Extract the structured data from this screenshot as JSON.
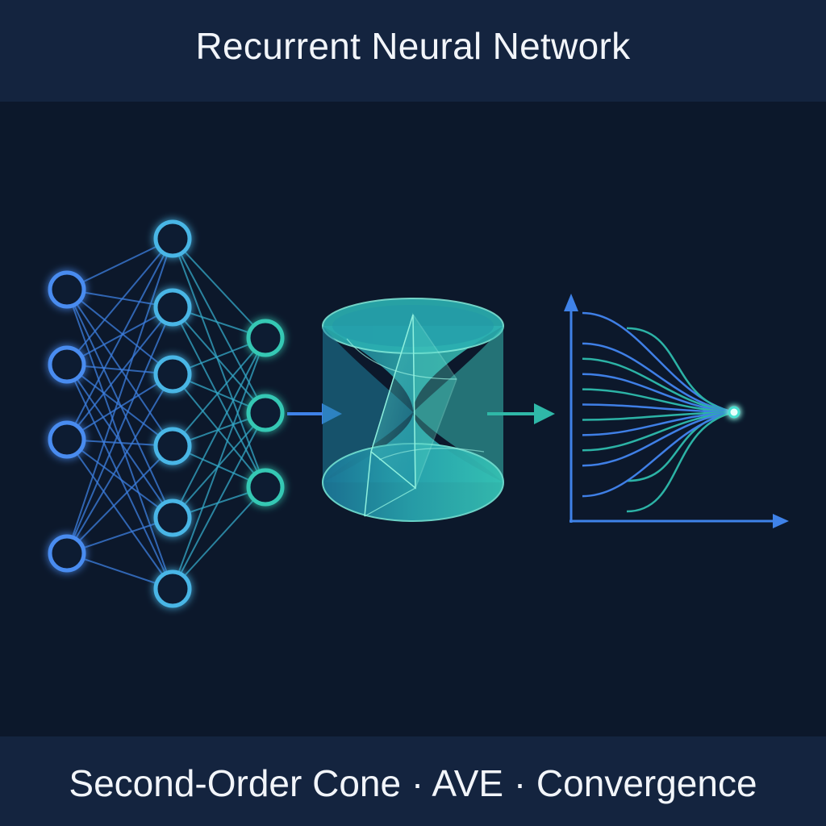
{
  "header": {
    "title": "Recurrent Neural Network"
  },
  "footer": {
    "caption": "Second-Order Cone · AVE · Convergence"
  },
  "diagram": {
    "network": {
      "layers": [
        {
          "name": "input",
          "node_count": 4
        },
        {
          "name": "hidden",
          "node_count": 6
        },
        {
          "name": "output",
          "node_count": 3
        }
      ],
      "connectivity": "fully-connected"
    },
    "cone": {
      "shape": "double-cone",
      "icon": "second-order-cone-icon"
    },
    "convergence": {
      "trajectory_count": 14,
      "icon": "convergence-plot-icon"
    },
    "flow": [
      "network",
      "cone",
      "convergence"
    ],
    "colors": {
      "background": "#0c182b",
      "band": "#14243f",
      "blue": "#4a8cf0",
      "teal": "#35c8b4",
      "cone": "#2aa8b0",
      "text": "#f2f5fa"
    }
  }
}
